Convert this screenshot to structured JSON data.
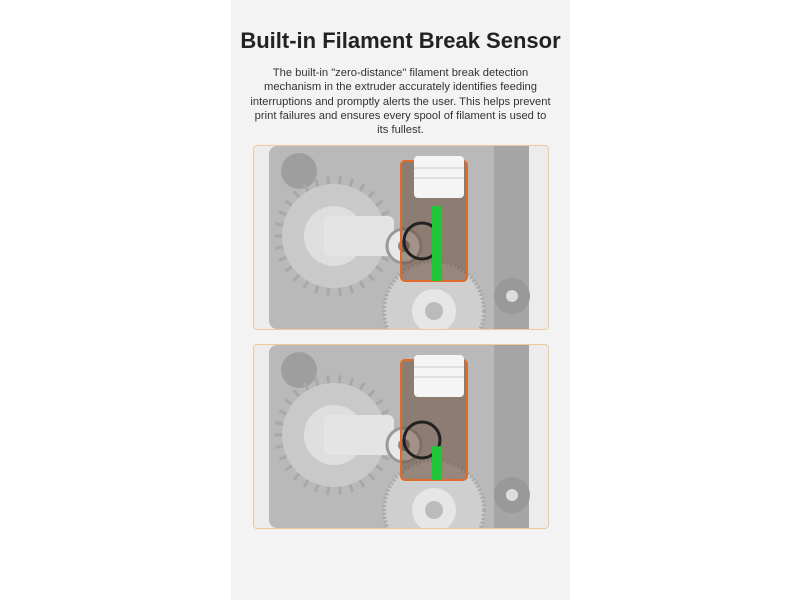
{
  "title": "Built-in Filament Break Sensor",
  "description": "The built-in \"zero-distance\" filament break detection mechanism in the extruder accurately identifies feeding interruptions and promptly alerts the user. This helps prevent print failures and ensures every spool of filament is used to its fullest.",
  "colors": {
    "accent": "#e06a2a",
    "filament": "#22c43a",
    "panel_border": "#f0c89a"
  },
  "panels": [
    {
      "name": "filament-present",
      "filament_fill": 1.0
    },
    {
      "name": "filament-break",
      "filament_fill": 0.45
    }
  ]
}
